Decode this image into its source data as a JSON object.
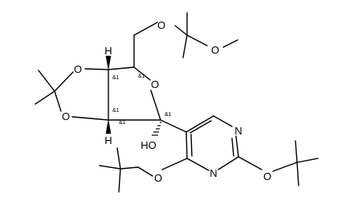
{
  "molecule": {
    "atoms": {
      "O_methoxy_ether": "O",
      "O_methoxy_ch3": "O",
      "O_dioxolane_top": "O",
      "O_dioxolane_bottom": "O",
      "O_furanose_ring": "O",
      "OH_hydroxyl": "HO",
      "H_top": "H",
      "H_bottom": "H",
      "N_pyrimidine_top": "N",
      "N_pyrimidine_bottom": "N",
      "O_tBuO_left": "O",
      "O_tBuO_right": "O"
    },
    "stereo_labels": {
      "c1": "&1",
      "c2": "&1",
      "c3": "&1",
      "c4": "&1",
      "c5": "&1"
    }
  }
}
